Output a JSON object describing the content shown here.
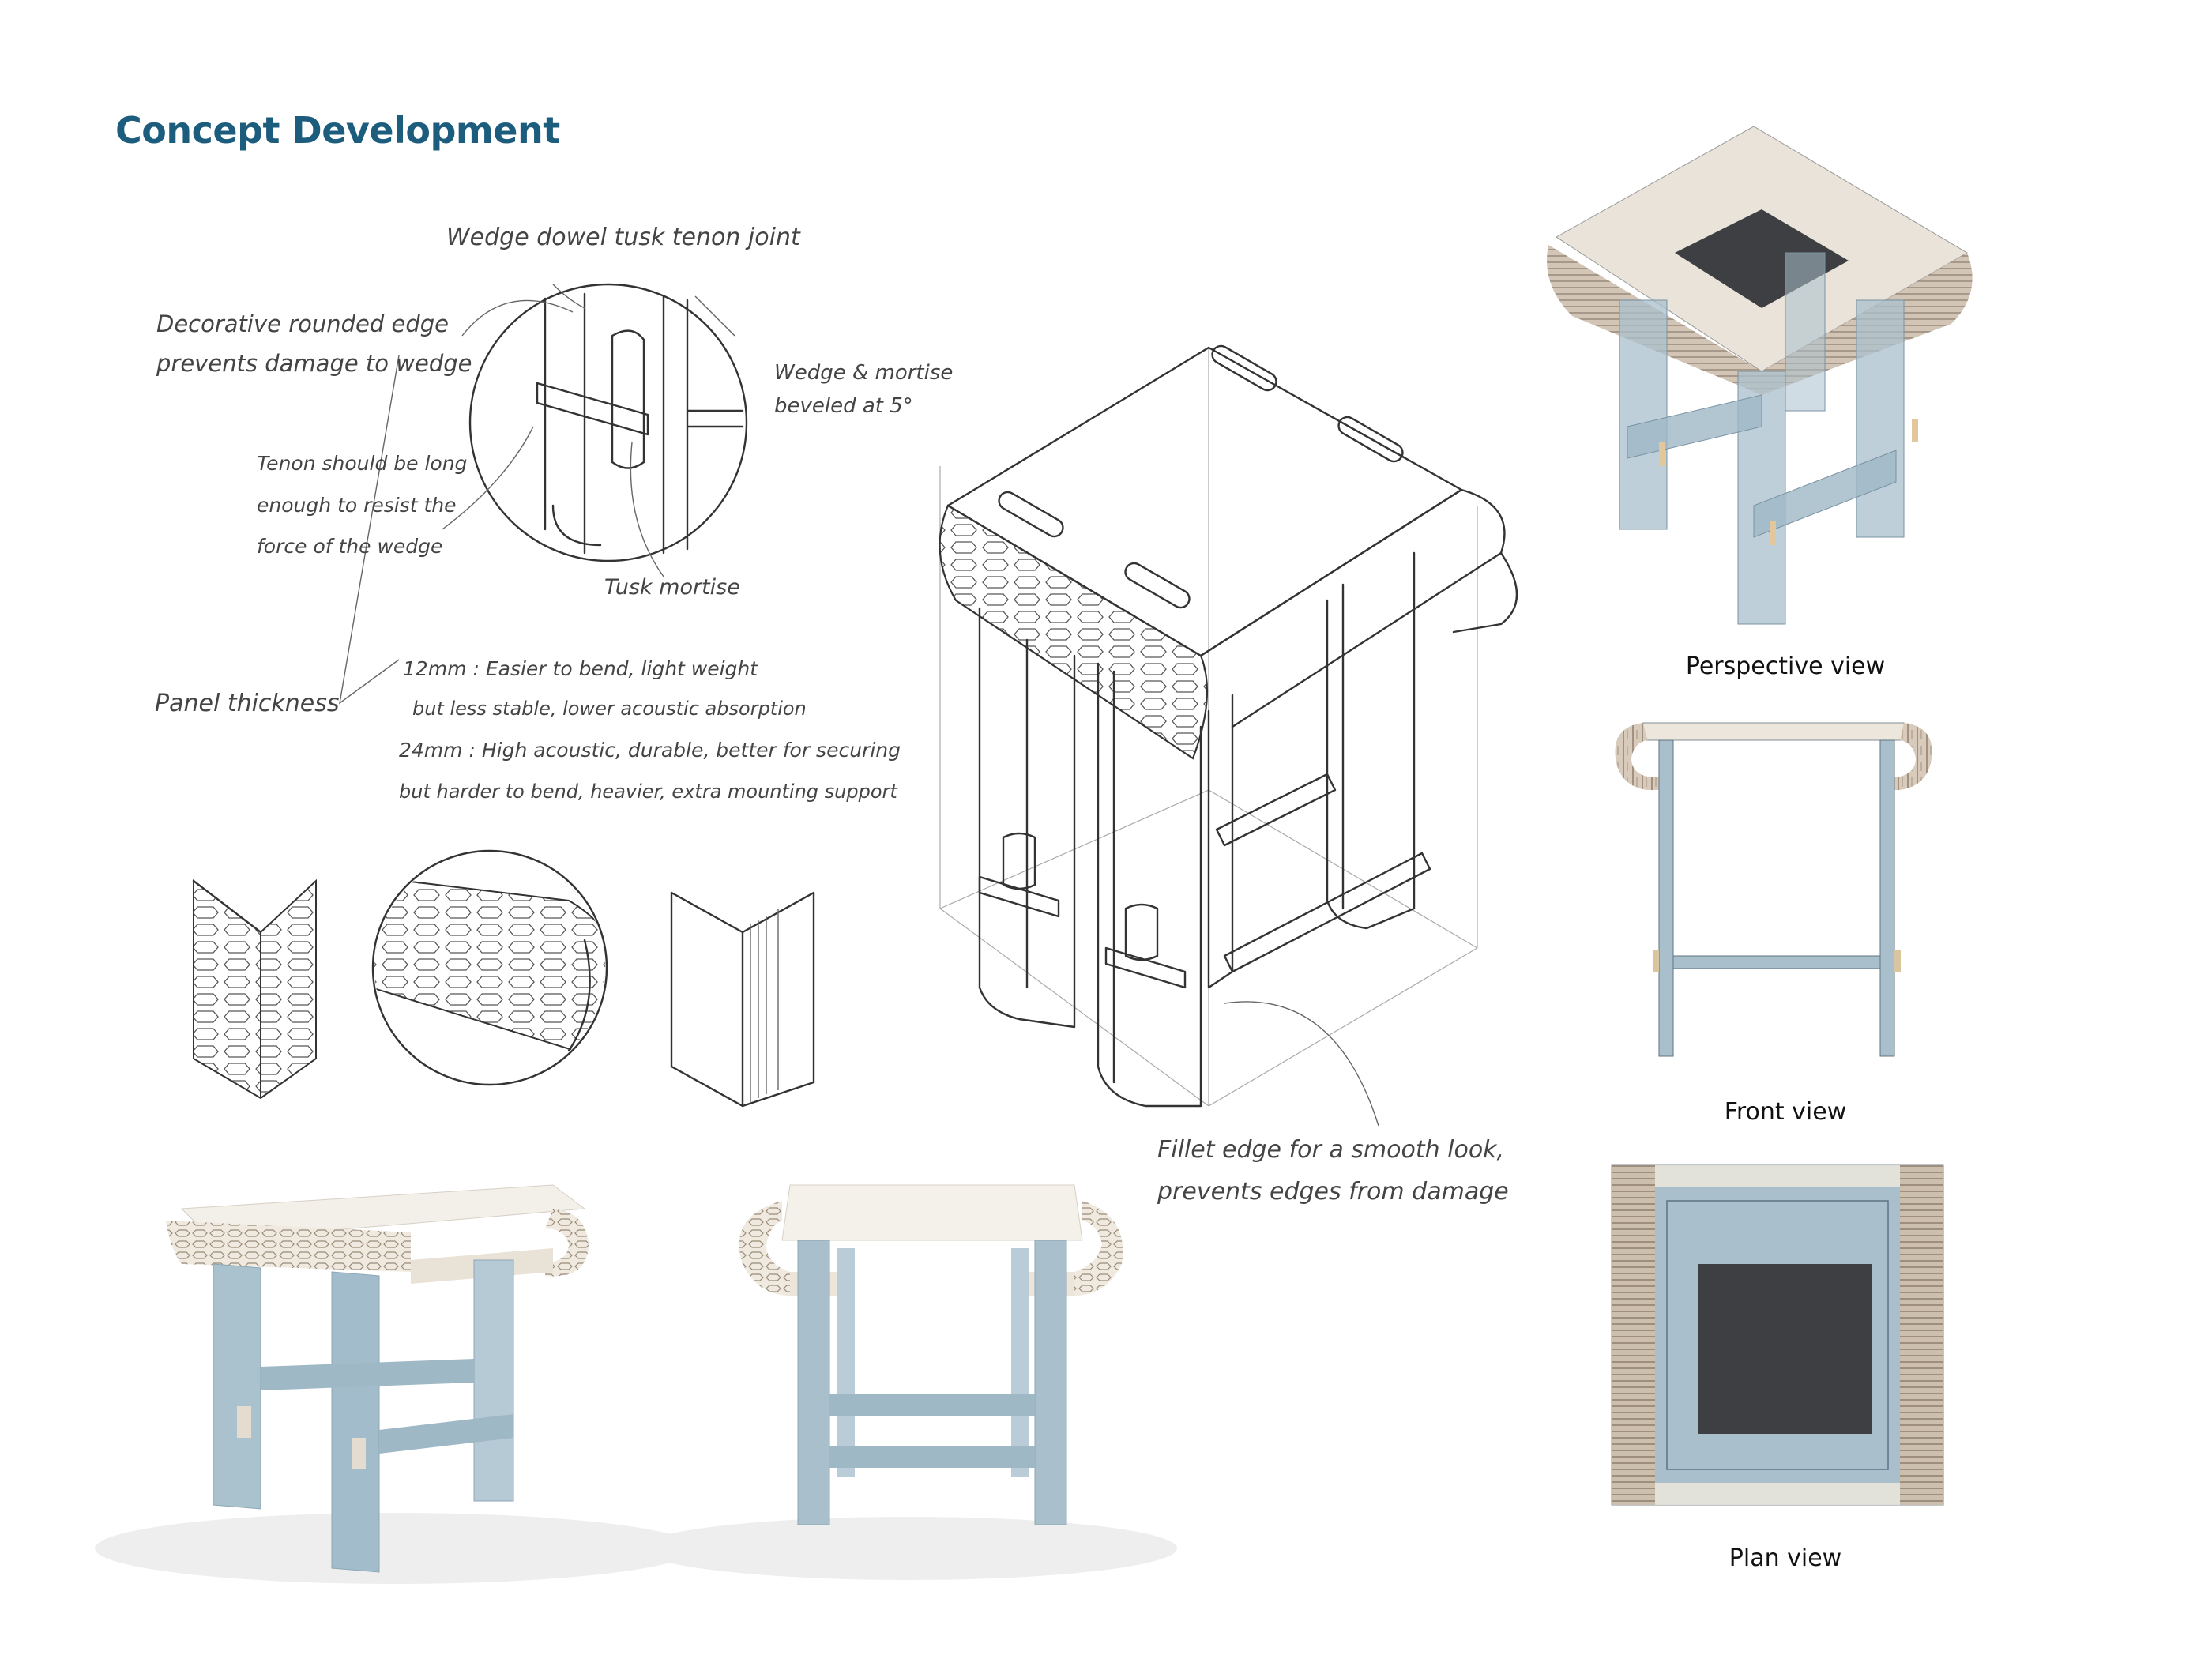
{
  "page": {
    "title": "Concept Development"
  },
  "annotations": {
    "joint": "Wedge dowel tusk tenon joint",
    "rounded_edge_1": "Decorative rounded edge",
    "rounded_edge_2": "prevents damage to wedge",
    "wedge_bevel_1": "Wedge & mortise",
    "wedge_bevel_2": "beveled at 5°",
    "tenon_1": "Tenon should be long",
    "tenon_2": "enough to resist the",
    "tenon_3": "force of the wedge",
    "tusk": "Tusk mortise",
    "panel": "Panel thickness",
    "mm12_1": "12mm : Easier to bend, light weight",
    "mm12_2": "but less stable, lower acoustic absorption",
    "mm24_1": "24mm : High acoustic, durable, better for securing",
    "mm24_2": "but harder to bend, heavier, extra mounting support",
    "fillet_1": "Fillet edge for a smooth look,",
    "fillet_2": "prevents edges from damage"
  },
  "views": {
    "perspective": "Perspective view",
    "front": "Front view",
    "plan": "Plan view"
  },
  "colors": {
    "title": "#1c5c7c",
    "leg_blue": "#a9bfcc",
    "leg_blue_dark": "#8ea8b8",
    "board_cream": "#ece6dc",
    "kerf_tan": "#c9b8a3",
    "seat_dark": "#3e3f42",
    "sketch_line": "#333333"
  }
}
